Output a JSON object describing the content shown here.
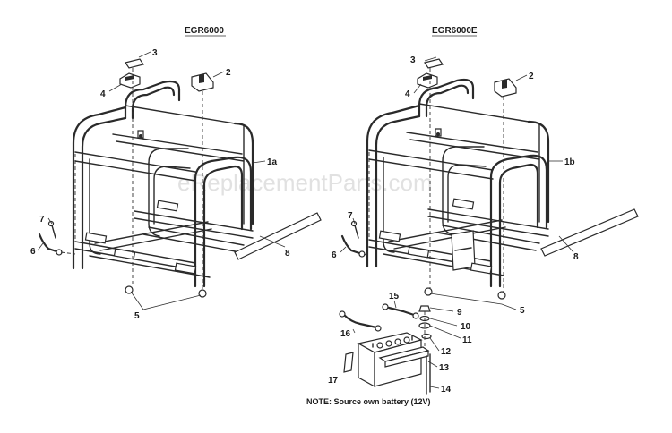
{
  "diagram": {
    "left_title": "EGR6000",
    "right_title": "EGR6000E",
    "watermark": "eReplacementParts.com",
    "note": "NOTE: Source own battery (12V)",
    "left_callouts": {
      "c3": "3",
      "c4": "4",
      "c2": "2",
      "c1a": "1a",
      "c7": "7",
      "c6": "6",
      "c8": "8",
      "c5": "5"
    },
    "right_callouts": {
      "c3": "3",
      "c4": "4",
      "c2": "2",
      "c1b": "1b",
      "c7": "7",
      "c6": "6",
      "c8": "8",
      "c5": "5",
      "c15": "15",
      "c9": "9",
      "c10": "10",
      "c16": "16",
      "c11": "11",
      "c12": "12",
      "c13": "13",
      "c17": "17",
      "c14": "14"
    }
  }
}
